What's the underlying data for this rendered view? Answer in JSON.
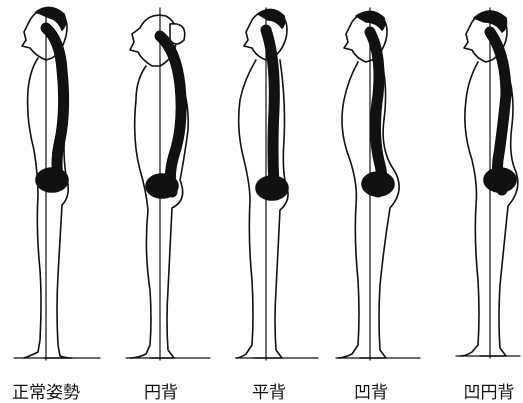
{
  "figures": [
    {
      "id": "normal",
      "label": "正常姿勢"
    },
    {
      "id": "round",
      "label": "円背"
    },
    {
      "id": "flat",
      "label": "平背"
    },
    {
      "id": "hollow",
      "label": "凹背"
    },
    {
      "id": "hollow-round",
      "label": "凹円背"
    }
  ],
  "colors": {
    "ink": "#111111",
    "background": "#ffffff"
  }
}
